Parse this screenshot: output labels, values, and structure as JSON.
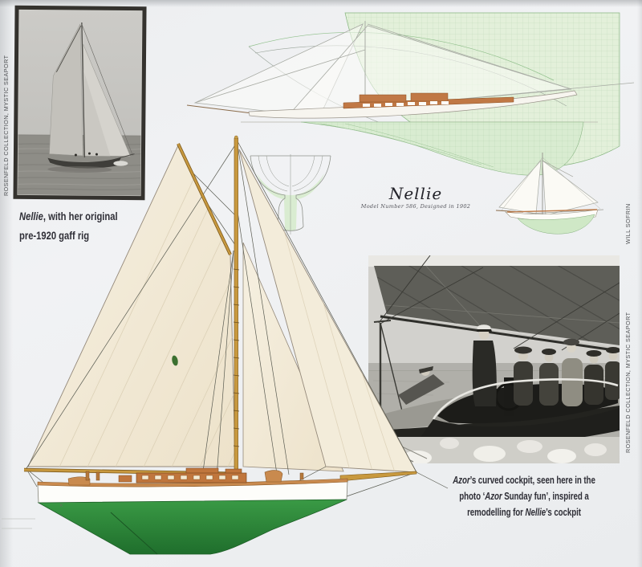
{
  "colors": {
    "page_bg": "#eef0f2",
    "hull_green": "#2f8f3a",
    "drawing_green": "#d9ecd1",
    "wood_brown": "#c07845",
    "mast_tan": "#c8993f",
    "sail_cream": "#f4eedd"
  },
  "credits": {
    "left": "ROSENFELD COLLECTION, MYSTIC SEAPORT",
    "right_top": "WILL SOFRIN",
    "right_bottom": "ROSENFELD COLLECTION, MYSTIC SEAPORT"
  },
  "captions": {
    "gaff_rig": {
      "boat_italic": "Nellie",
      "rest": ", with her original pre-1920 gaff rig"
    },
    "azor": {
      "parts": [
        {
          "style": "italic",
          "text": "Azor"
        },
        {
          "style": "normal",
          "text": "’s curved cockpit, seen here in the photo ‘"
        },
        {
          "style": "italic",
          "text": "Azor"
        },
        {
          "style": "normal",
          "text": " Sunday fun’, inspired a remodelling for "
        },
        {
          "style": "italic",
          "text": "Nellie"
        },
        {
          "style": "normal",
          "text": "’s cockpit"
        }
      ]
    }
  },
  "drawing": {
    "title": "Nellie",
    "subtitle": "Model Number 586, Designed in 1902"
  }
}
